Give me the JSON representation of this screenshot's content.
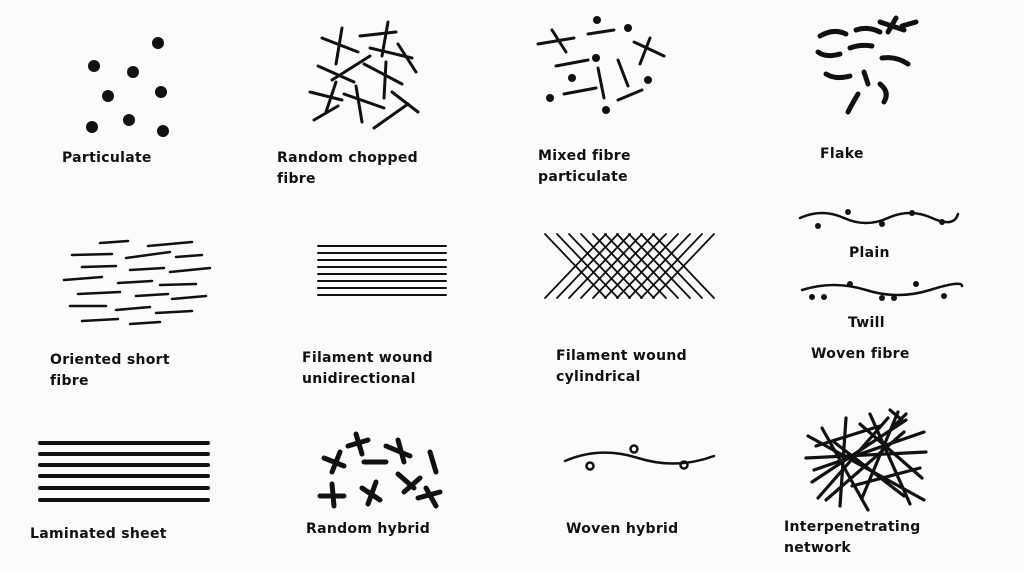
{
  "diagram": {
    "labels": {
      "particulate": "Particulate",
      "random_chopped_fibre": "Random chopped\nfibre",
      "mixed_fibre_particulate": "Mixed fibre\nparticulate",
      "flake": "Flake",
      "oriented_short_fibre": "Oriented short\nfibre",
      "filament_wound_unidirectional": "Filament wound\nunidirectional",
      "filament_wound_cylindrical": "Filament wound\ncylindrical",
      "plain": "Plain",
      "twill": "Twill",
      "woven_fibre": "Woven fibre",
      "laminated_sheet": "Laminated sheet",
      "random_hybrid": "Random hybrid",
      "woven_hybrid": "Woven hybrid",
      "interpenetrating_network": "Interpenetrating\nnetwork"
    },
    "colors": {
      "ink": "#111111",
      "paper": "#fbfbfb"
    }
  }
}
